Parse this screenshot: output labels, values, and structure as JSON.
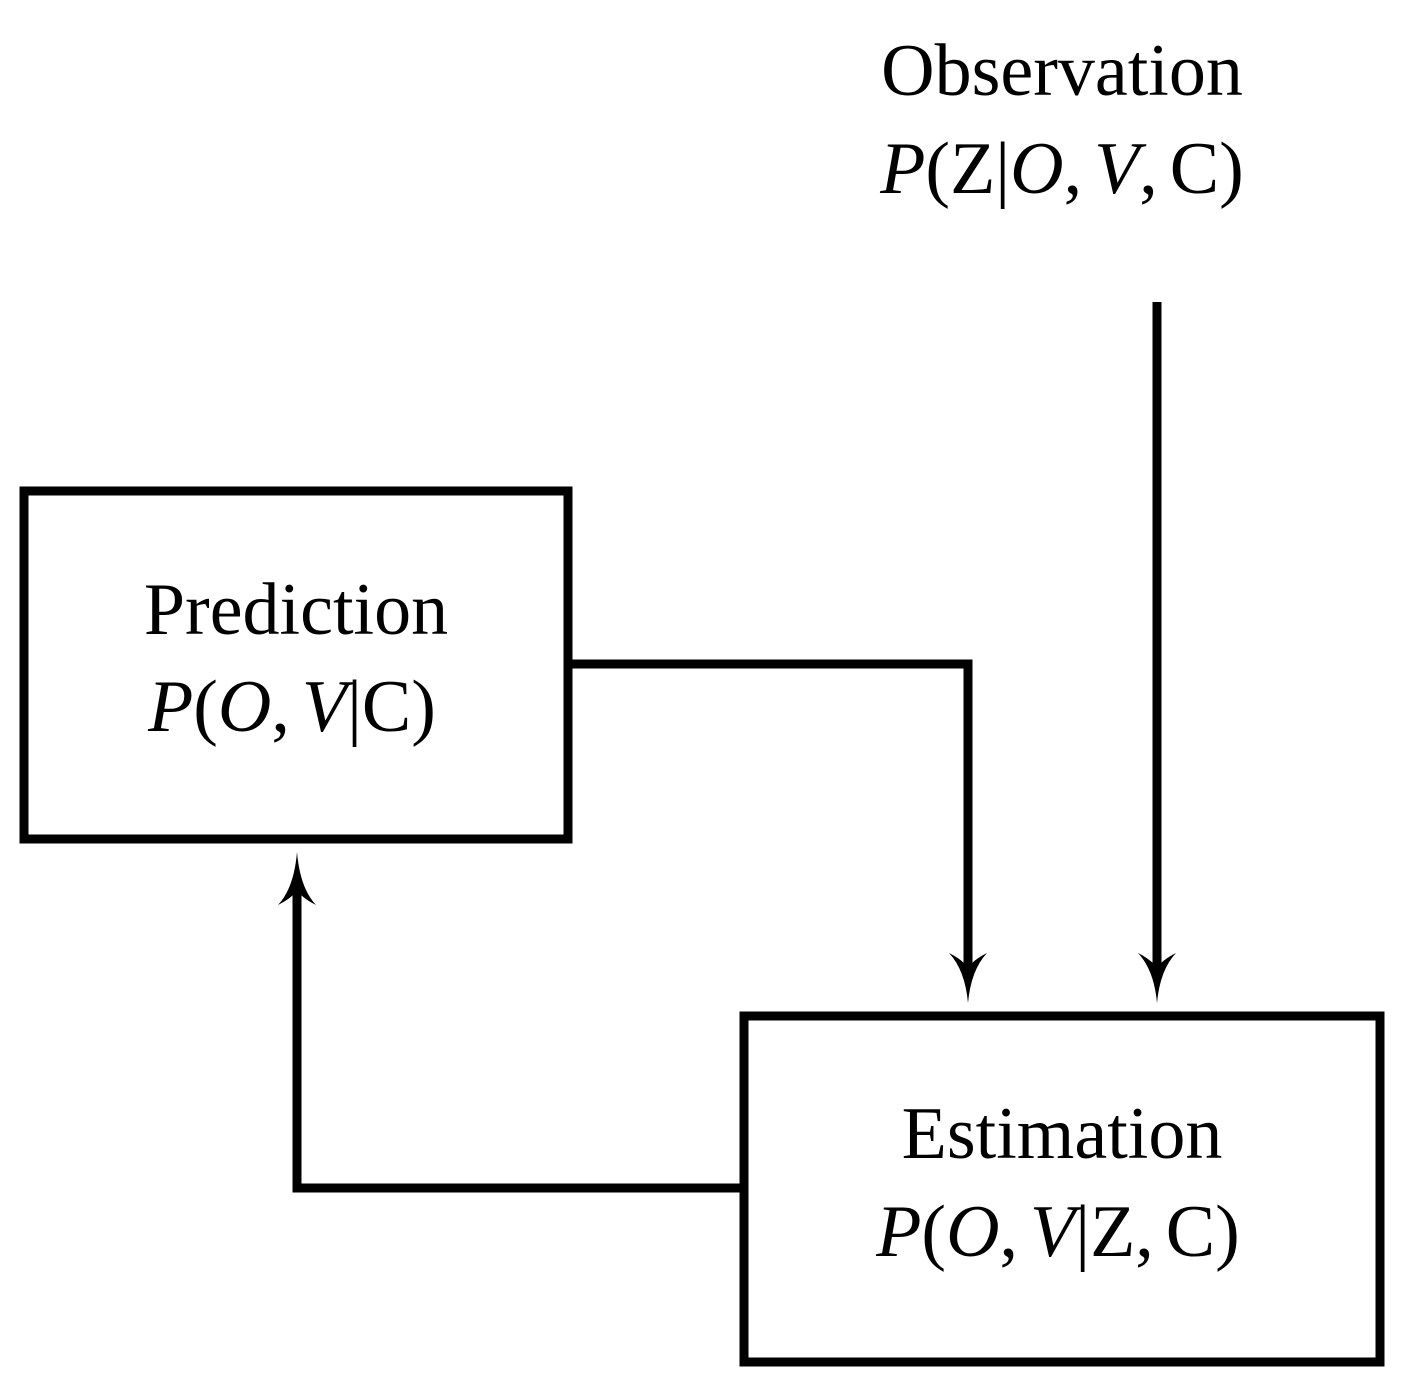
{
  "nodes": {
    "observation": {
      "title": "Observation",
      "formula": {
        "func": "P",
        "open": "(",
        "given_lhs": "Z",
        "bar": "|",
        "args": [
          "O",
          "V",
          "C"
        ],
        "close": ")"
      }
    },
    "prediction": {
      "title": "Prediction",
      "formula": {
        "func": "P",
        "open": "(",
        "lhs": [
          "O",
          "V"
        ],
        "bar": "|",
        "rhs": [
          "C"
        ],
        "close": ")"
      }
    },
    "estimation": {
      "title": "Estimation",
      "formula": {
        "func": "P",
        "open": "(",
        "lhs": [
          "O",
          "V"
        ],
        "bar": "|",
        "rhs": [
          "Z",
          "C"
        ],
        "close": ")"
      }
    }
  },
  "edges": [
    {
      "from": "observation",
      "to": "estimation"
    },
    {
      "from": "prediction",
      "to": "estimation"
    },
    {
      "from": "estimation",
      "to": "prediction"
    }
  ],
  "punctuation": {
    "comma": ","
  }
}
